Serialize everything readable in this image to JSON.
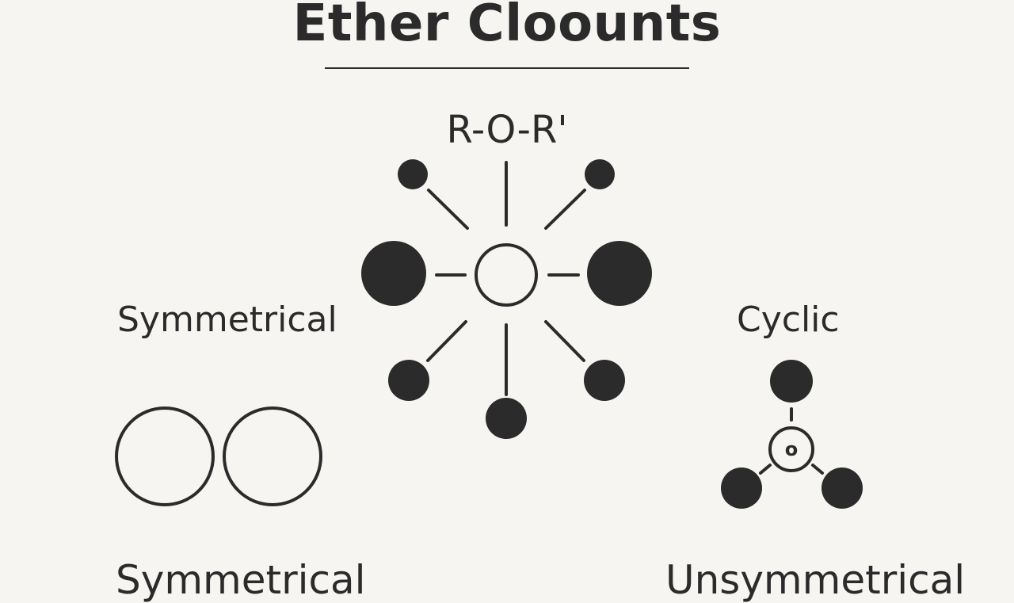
{
  "title": "Ether Cloounts",
  "formula": "R-O-R'",
  "labels": {
    "left": "Symmetrical",
    "right": "Cyclic"
  },
  "cyclic_center_text": "o",
  "footer": {
    "left": "Symmetrical",
    "right": "Unsymmetrical"
  },
  "colors": {
    "background": "#f6f5f2",
    "ink": "#2b2b2b"
  }
}
